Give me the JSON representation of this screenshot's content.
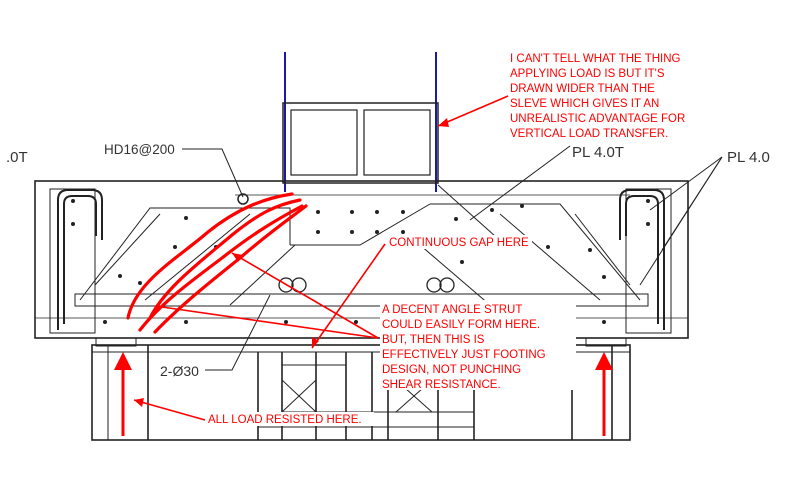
{
  "cad_labels": {
    "left_partial": ".0T",
    "rebar_callout": "HD16@200",
    "plate_center": "PL 4.0T",
    "plate_right": "PL 4.0",
    "bottom_bars": "2-Ø30"
  },
  "annotations": {
    "load_note": [
      "I CAN'T TELL WHAT THE THING",
      "APPLYING LOAD IS BUT IT'S",
      "DRAWN WIDER THAN THE",
      "SLEVE WHICH GIVES IT AN",
      "UNREALISTIC ADVANTAGE FOR",
      "VERTICAL LOAD TRANSFER."
    ],
    "gap_note": "CONTINUOUS GAP HERE",
    "strut_note": [
      "A DECENT ANGLE STRUT",
      "COULD EASILY FORM HERE.",
      "BUT, THEN THIS IS",
      "EFFECTIVELY JUST FOOTING",
      "DESIGN, NOT PUNCHING",
      "SHEAR RESISTANCE."
    ],
    "resist_note": "ALL LOAD RESISTED HERE."
  },
  "colors": {
    "markup_red": "#ff0000",
    "loading_frame_blue": "#1a1aa8",
    "drawing_line": "#222222"
  }
}
